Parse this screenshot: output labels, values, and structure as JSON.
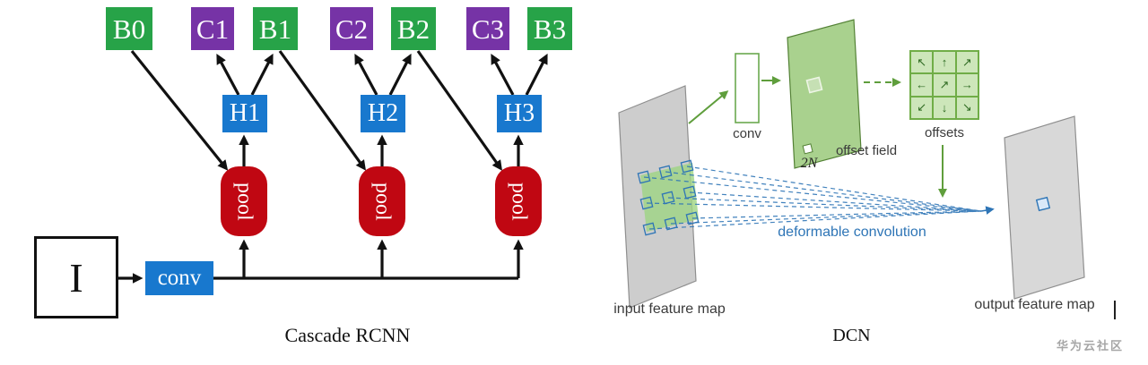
{
  "left": {
    "nodes": {
      "b0": "B0",
      "c1": "C1",
      "b1": "B1",
      "c2": "C2",
      "b2": "B2",
      "c3": "C3",
      "b3": "B3",
      "h1": "H1",
      "h2": "H2",
      "h3": "H3",
      "pool": "pool",
      "conv": "conv",
      "input": "I"
    },
    "caption": "Cascade RCNN",
    "colors": {
      "b_box": "#27A348",
      "c_box": "#7633A6",
      "h_box": "#1878CE",
      "pool_box": "#C00712"
    }
  },
  "right": {
    "labels": {
      "conv": "conv",
      "offset_field": "offset field",
      "two_n": "2N",
      "offsets": "offsets",
      "deformable": "deformable convolution",
      "input_map": "input feature map",
      "output_map": "output feature map"
    },
    "caption": "DCN",
    "offset_arrows": [
      "↖",
      "↑",
      "↗",
      "←",
      "↗",
      "→",
      "↙",
      "↓",
      "↘"
    ],
    "colors": {
      "green": "#538135",
      "light_green_fill": "#A9D18E",
      "grid_fill": "#CDE6BA",
      "blue": "#2E75B6",
      "plane_gray": "#CDCDCD"
    }
  },
  "watermark": "华为云社区"
}
